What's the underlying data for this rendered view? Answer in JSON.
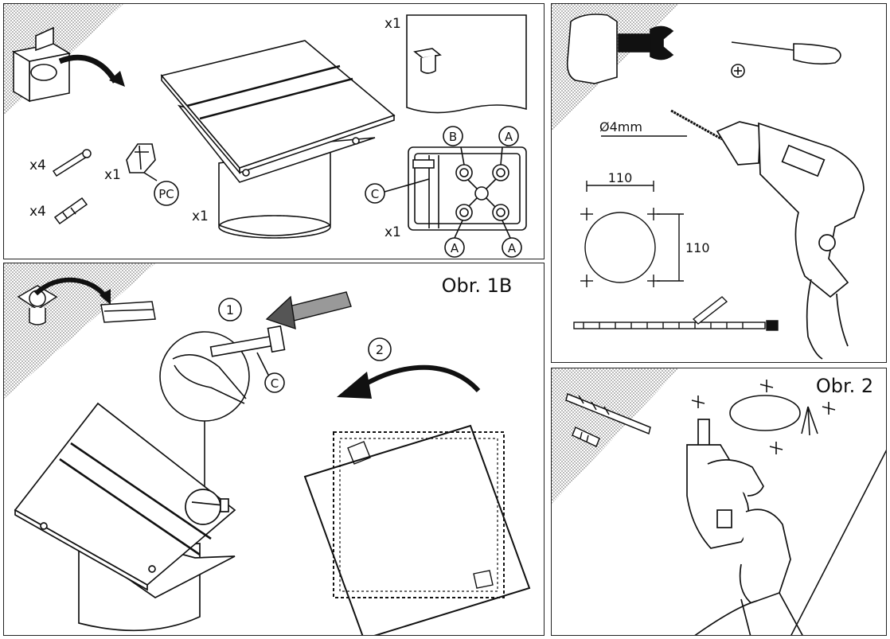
{
  "colors": {
    "line": "#111111",
    "hatch": "#9a9a9a",
    "background": "#ffffff"
  },
  "panel_contents": {
    "qty": {
      "x1_box": "x1",
      "x4_screw": "x4",
      "x1_clip": "x1",
      "x4_plug": "x4",
      "x1_fan": "x1",
      "x1_card": "x1"
    },
    "parts": {
      "pc": "PC",
      "b": "B",
      "a": "A",
      "c": "C"
    }
  },
  "panel_tools": {
    "drill": "Ø4mm",
    "dim_h": "110",
    "dim_v": "110"
  },
  "panel_1b": {
    "title": "Obr. 1B",
    "step1": "1",
    "step2": "2",
    "part_c": "C"
  },
  "panel_2": {
    "title": "Obr. 2"
  }
}
